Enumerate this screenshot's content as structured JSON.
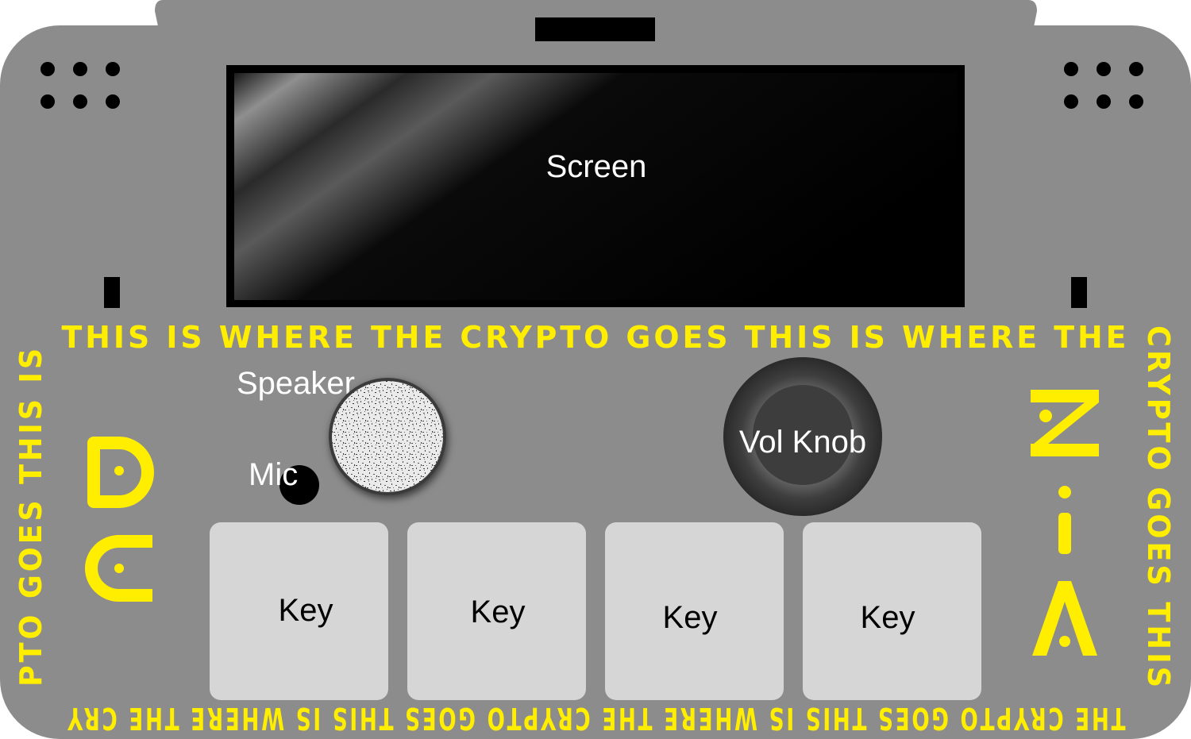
{
  "device": {
    "body_color": "#8c8c8c",
    "accent_color": "#ffee00",
    "screen_label": "Screen",
    "speaker_label": "Speaker",
    "mic_label": "Mic",
    "knob_label": "Vol Knob",
    "keys": [
      "Key",
      "Key",
      "Key",
      "Key"
    ],
    "crypto_text": "THIS IS WHERE THE CRYPTO GOES",
    "logo_left": "DC",
    "logo_right": "ZIA"
  }
}
